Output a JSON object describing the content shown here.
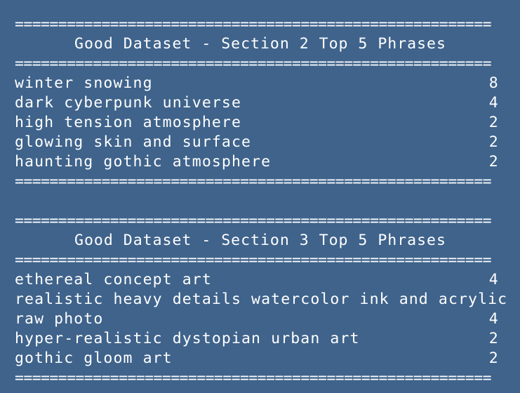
{
  "terminal": {
    "rule": "=======================================================",
    "sections": [
      {
        "title": "Good Dataset - Section 2 Top 5 Phrases",
        "rows": [
          {
            "phrase": "winter snowing",
            "count": "8"
          },
          {
            "phrase": "dark cyberpunk universe",
            "count": "4"
          },
          {
            "phrase": "high tension atmosphere",
            "count": "2"
          },
          {
            "phrase": "glowing skin and surface",
            "count": "2"
          },
          {
            "phrase": "haunting gothic atmosphere",
            "count": "2"
          }
        ]
      },
      {
        "title": "Good Dataset - Section 3 Top 5 Phrases",
        "rows": [
          {
            "phrase": "ethereal concept art",
            "count": "4"
          },
          {
            "phrase": "realistic heavy details watercolor ink and acrylic",
            "count": ""
          },
          {
            "phrase": "raw photo",
            "count": "4"
          },
          {
            "phrase": "hyper-realistic dystopian urban art",
            "count": "2"
          },
          {
            "phrase": "gothic gloom art",
            "count": "2"
          }
        ]
      }
    ]
  }
}
